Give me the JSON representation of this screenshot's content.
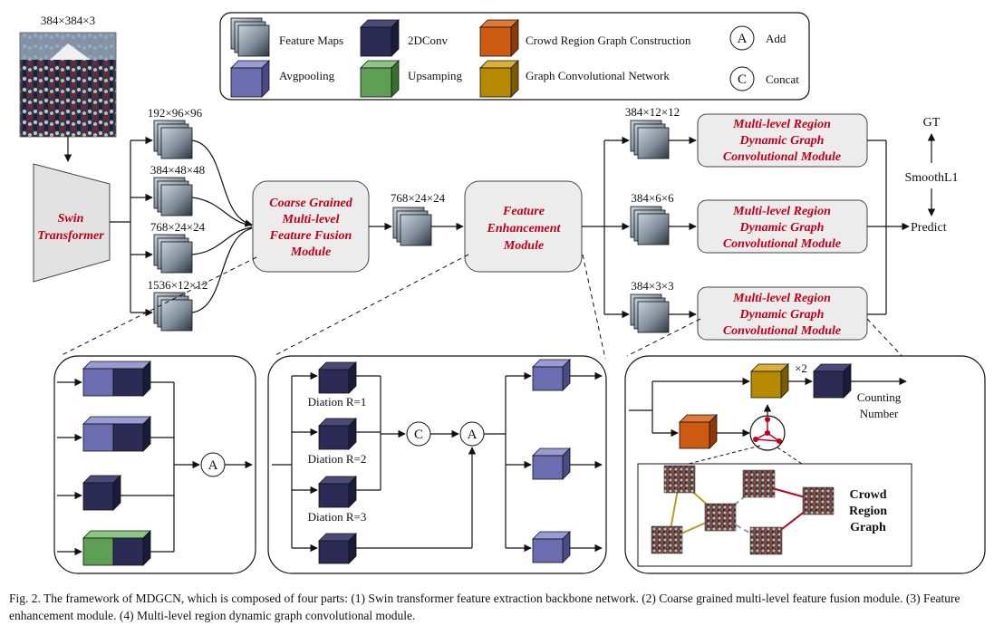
{
  "legend": {
    "feature_maps": "Feature Maps",
    "conv2d": "2DConv",
    "crowd_region": "Crowd Region Graph Construction",
    "add_symbol": "A",
    "add": "Add",
    "avgpooling": "Avgpooling",
    "upsampling": "Upsamping",
    "gcn": "Graph Convolutional Network",
    "concat_symbol": "C",
    "concat": "Concat"
  },
  "input_size": "384×384×3",
  "backbone": {
    "line1": "Swin",
    "line2": "Transformer"
  },
  "feature_sizes": [
    "192×96×96",
    "384×48×48",
    "768×24×24",
    "1536×12×12"
  ],
  "fusion_module": [
    "Coarse Grained",
    "Multi-level",
    "Feature Fusion",
    "Module"
  ],
  "fused_size": "768×24×24",
  "enhancement_module": [
    "Feature",
    "Enhancement",
    "Module"
  ],
  "branch_sizes": [
    "384×12×12",
    "384×6×6",
    "384×3×3"
  ],
  "gcn_module": [
    "Multi-level Region",
    "Dynamic Graph",
    "Convolutional Module"
  ],
  "outputs": {
    "gt": "GT",
    "loss": "SmoothL1",
    "predict": "Predict"
  },
  "detail_fe": {
    "dilations": [
      "Diation R=1",
      "Diation R=2",
      "Diation R=3"
    ],
    "concat": "C",
    "add": "A"
  },
  "detail_fusion": {
    "add": "A"
  },
  "detail_gcn": {
    "times": "×2",
    "counting": [
      "Counting",
      "Number"
    ],
    "graph_label": [
      "Crowd",
      "Region",
      "Graph"
    ]
  },
  "colors": {
    "feature_map": "#7f8c99",
    "conv": "#2b2b55",
    "avgpool": "#6c6cb0",
    "upsample": "#5e9e55",
    "region": "#cc5a10",
    "gcn": "#b58a00",
    "module_title": "#c0001a"
  },
  "caption": "Fig. 2.  The framework of MDGCN, which is composed of four parts: (1) Swin transformer feature extraction backbone network. (2) Coarse grained multi-level feature fusion module. (3) Feature enhancement module. (4) Multi-level region dynamic graph convolutional module."
}
